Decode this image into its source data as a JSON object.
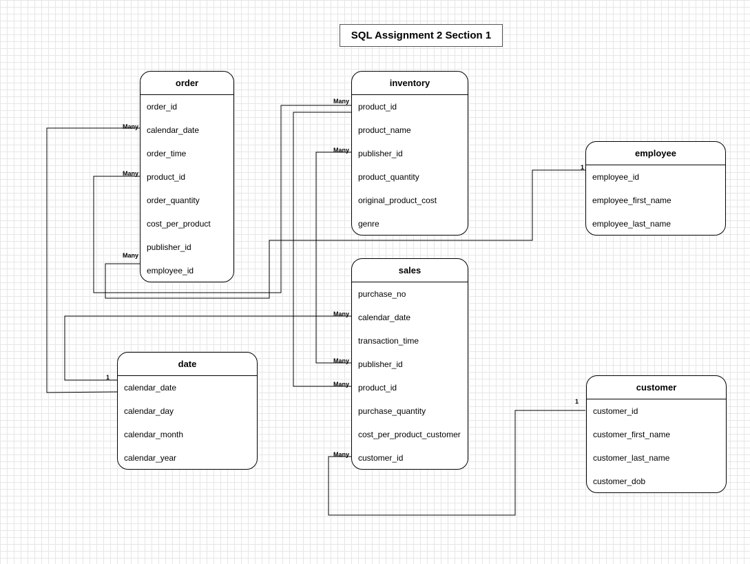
{
  "title": "SQL Assignment 2 Section 1",
  "entities": {
    "order": {
      "name": "order",
      "fields": [
        "order_id",
        "calendar_date",
        "order_time",
        "product_id",
        "order_quantity",
        "cost_per_product",
        "publisher_id",
        "employee_id"
      ]
    },
    "inventory": {
      "name": "inventory",
      "fields": [
        "product_id",
        "product_name",
        "publisher_id",
        "product_quantity",
        "original_product_cost",
        "genre"
      ]
    },
    "employee": {
      "name": "employee",
      "fields": [
        "employee_id",
        "employee_first_name",
        "employee_last_name"
      ]
    },
    "sales": {
      "name": "sales",
      "fields": [
        "purchase_no",
        "calendar_date",
        "transaction_time",
        "publisher_id",
        "product_id",
        "purchase_quantity",
        "cost_per_product_customer",
        "customer_id"
      ]
    },
    "date": {
      "name": "date",
      "fields": [
        "calendar_date",
        "calendar_day",
        "calendar_month",
        "calendar_year"
      ]
    },
    "customer": {
      "name": "customer",
      "fields": [
        "customer_id",
        "customer_first_name",
        "customer_last_name",
        "customer_dob"
      ]
    }
  },
  "cardinality": {
    "many": "Many",
    "one": "1"
  }
}
